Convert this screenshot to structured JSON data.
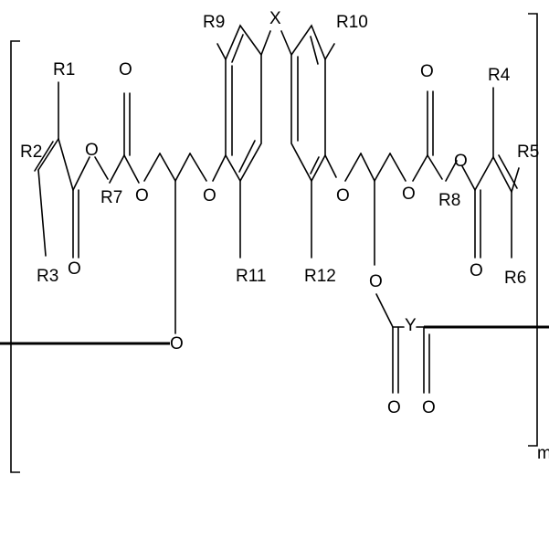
{
  "structure": {
    "substituents": {
      "r1": "R1",
      "r2": "R2",
      "r3": "R3",
      "r4": "R4",
      "r5": "R5",
      "r6": "R6",
      "r7": "R7",
      "r8": "R8",
      "r9": "R9",
      "r10": "R10",
      "r11": "R11",
      "r12": "R12"
    },
    "bridge_x": "X",
    "linker_y": "Y",
    "repeat_index": "m",
    "oxygen": "O"
  }
}
